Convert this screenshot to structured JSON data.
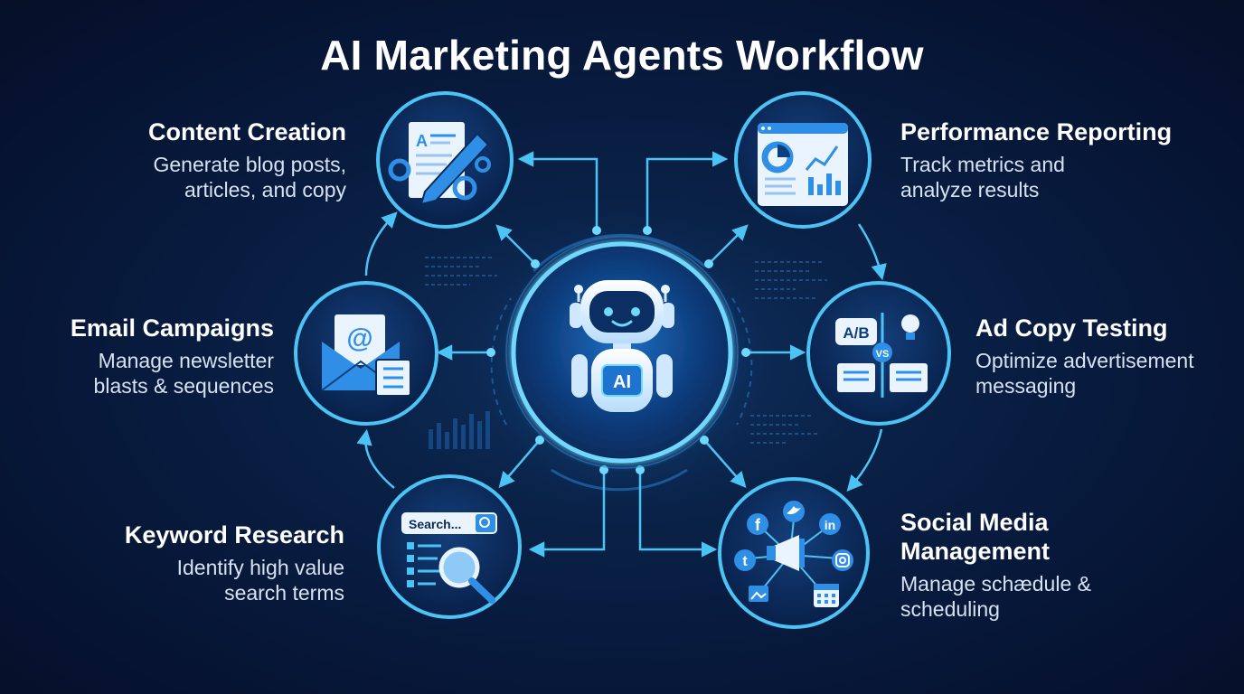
{
  "title": "AI Marketing Agents Workflow",
  "center": {
    "badge": "AI",
    "icon": "robot-icon"
  },
  "nodes": [
    {
      "id": "content-creation",
      "head": "Content Creation",
      "desc": [
        "Generate blog posts,",
        "articles, and copy"
      ],
      "icon": "document-pencil-gears-icon"
    },
    {
      "id": "performance-reporting",
      "head": "Performance Reporting",
      "desc": [
        "Track metrics and",
        "analyze results"
      ],
      "icon": "dashboard-charts-icon"
    },
    {
      "id": "email-campaigns",
      "head": "Email Campaigns",
      "desc": [
        "Manage newsletter",
        "blasts & sequences"
      ],
      "icon": "envelope-checklist-icon"
    },
    {
      "id": "ad-copy-testing",
      "head": "Ad Copy Testing",
      "desc": [
        "Optimize advertisement",
        "messaging"
      ],
      "icon": "ab-test-icon",
      "icon_text": {
        "ab": "A/B",
        "vs": "VS"
      }
    },
    {
      "id": "keyword-research",
      "head": "Keyword Research",
      "desc": [
        "Identify high value",
        "search terms"
      ],
      "icon": "search-magnifier-icon",
      "icon_text": {
        "search": "Search..."
      }
    },
    {
      "id": "social-media-management",
      "head": [
        "Social Media",
        "Management"
      ],
      "desc": [
        "Manage schædule &",
        "scheduling"
      ],
      "icon": "megaphone-social-icon"
    }
  ],
  "colors": {
    "background": "#07183a",
    "accent": "#4cc3f5",
    "glow": "#6fd8ff",
    "circle_fill": "#0b2a55",
    "icon_light": "#e8f4ff",
    "icon_blue": "#2f8fe6"
  }
}
